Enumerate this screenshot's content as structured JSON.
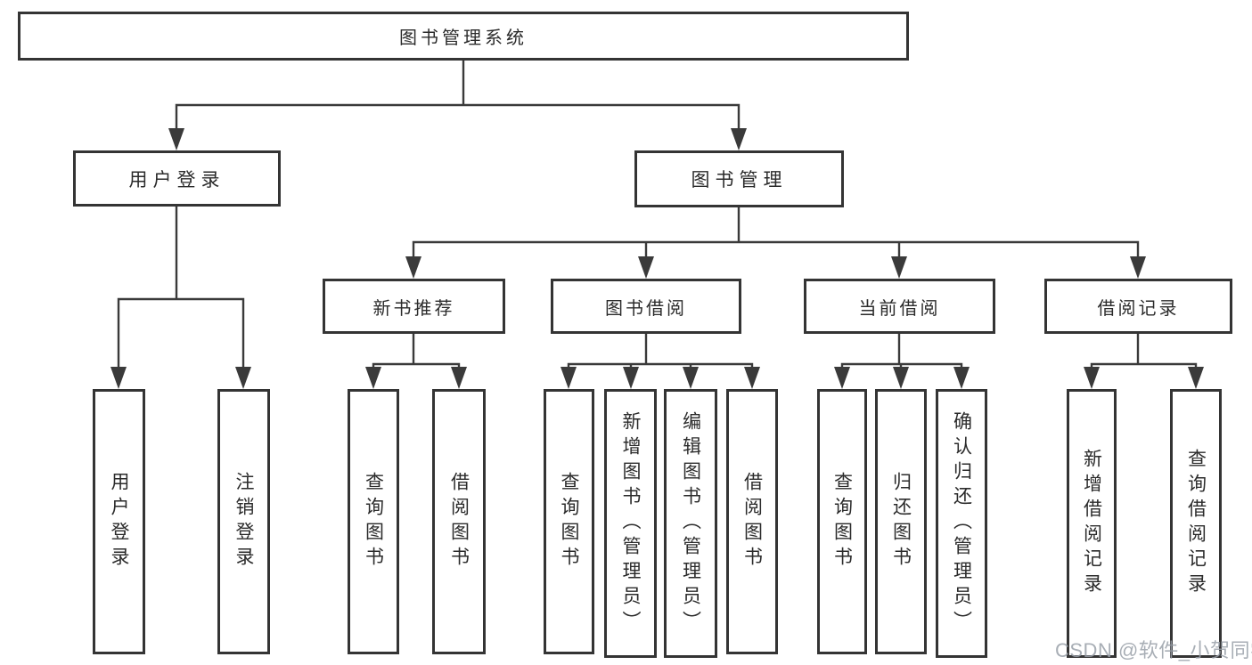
{
  "nodes": {
    "root": "图书管理系统",
    "user_login": "用户登录",
    "book_mgmt": "图书管理",
    "new_book_rec": "新书推荐",
    "book_borrow": "图书借阅",
    "current_borrow": "当前借阅",
    "borrow_records": "借阅记录"
  },
  "leaves": [
    {
      "id": "leaf-user-login",
      "label": "用户登录"
    },
    {
      "id": "leaf-logout",
      "label": "注销登录"
    },
    {
      "id": "leaf-query-book-rec",
      "label": "查询图书"
    },
    {
      "id": "leaf-borrow-book-rec",
      "label": "借阅图书"
    },
    {
      "id": "leaf-query-book",
      "label": "查询图书"
    },
    {
      "id": "leaf-add-book-admin",
      "label": "新增图书（管理员）"
    },
    {
      "id": "leaf-edit-book-admin",
      "label": "编辑图书（管理员）"
    },
    {
      "id": "leaf-borrow-book",
      "label": "借阅图书"
    },
    {
      "id": "leaf-query-book-cur",
      "label": "查询图书"
    },
    {
      "id": "leaf-return-book",
      "label": "归还图书"
    },
    {
      "id": "leaf-confirm-return",
      "label": "确认归还（管理员）"
    },
    {
      "id": "leaf-add-borrow-record",
      "label": "新增借阅记录"
    },
    {
      "id": "leaf-query-borrow-record",
      "label": "查询借阅记录"
    }
  ],
  "hierarchy": {
    "图书管理系统": [
      "用户登录",
      "图书管理"
    ],
    "用户登录": [
      "用户登录",
      "注销登录"
    ],
    "图书管理": [
      "新书推荐",
      "图书借阅",
      "当前借阅",
      "借阅记录"
    ],
    "新书推荐": [
      "查询图书",
      "借阅图书"
    ],
    "图书借阅": [
      "查询图书",
      "新增图书（管理员）",
      "编辑图书（管理员）",
      "借阅图书"
    ],
    "当前借阅": [
      "查询图书",
      "归还图书",
      "确认归还（管理员）"
    ],
    "借阅记录": [
      "新增借阅记录",
      "查询借阅记录"
    ]
  },
  "watermark": "CSDN @软件_小贺同学",
  "colors": {
    "line": "#3a3a3a",
    "box_border": "#343434",
    "text": "#2b2b2b",
    "background": "#ffffff",
    "watermark": "#99a0a9"
  }
}
